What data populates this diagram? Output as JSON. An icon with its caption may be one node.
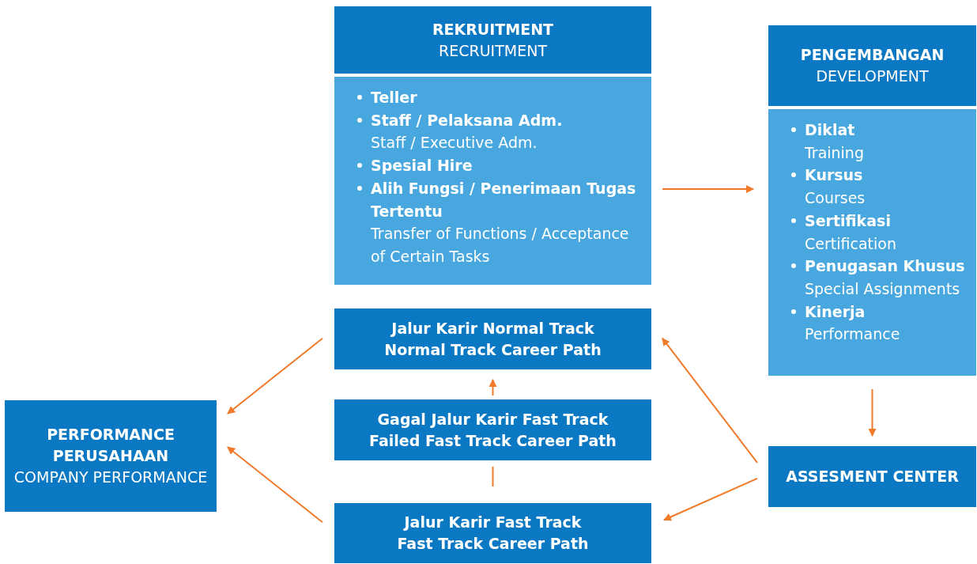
{
  "diagram": {
    "nodes": [
      {
        "text": [
          "REKRUITMENT",
          "RECRUITMENT"
        ]
      },
      {
        "text": [
          "Teller",
          "Staff / Pelaksana Adm.",
          "Staff / Executive Adm.",
          "Spesial Hire",
          "Alih Fungsi / Penerimaan Tugas Tertentu",
          "Transfer of Functions / Acceptance of Certain Tasks"
        ]
      },
      {
        "text": [
          "PENGEMBANGAN",
          "DEVELOPMENT"
        ]
      },
      {
        "text": [
          "Diklat",
          "Training",
          "Kursus",
          "Courses",
          "Sertifikasi",
          "Certification",
          "Penugasan Khusus",
          "Special Assignments",
          "Kinerja",
          "Performance"
        ]
      },
      {
        "text": [
          "Jalur Karir Normal Track",
          "Normal Track Career Path"
        ]
      },
      {
        "text": [
          "Gagal Jalur Karir Fast Track",
          "Failed Fast Track Career Path"
        ]
      },
      {
        "text": [
          "Jalur Karir Fast Track",
          "Fast Track Career Path"
        ]
      },
      {
        "text": [
          "PERFORMANCE PERUSAHAAN",
          "COMPANY PERFORMANCE"
        ]
      },
      {
        "text": [
          "ASSESMENT CENTER"
        ]
      }
    ],
    "edges": [
      {
        "from": 1,
        "to": 3,
        "arrow": "to"
      },
      {
        "from": 3,
        "to": 8,
        "arrow": "to"
      },
      {
        "from": 8,
        "to": 4,
        "arrow": "to"
      },
      {
        "from": 8,
        "to": 6,
        "arrow": "to"
      },
      {
        "from": 6,
        "to": 5,
        "arrow": "none"
      },
      {
        "from": 5,
        "to": 4,
        "arrow": "to"
      },
      {
        "from": 4,
        "to": 7,
        "arrow": "to"
      },
      {
        "from": 6,
        "to": 7,
        "arrow": "to"
      }
    ]
  }
}
